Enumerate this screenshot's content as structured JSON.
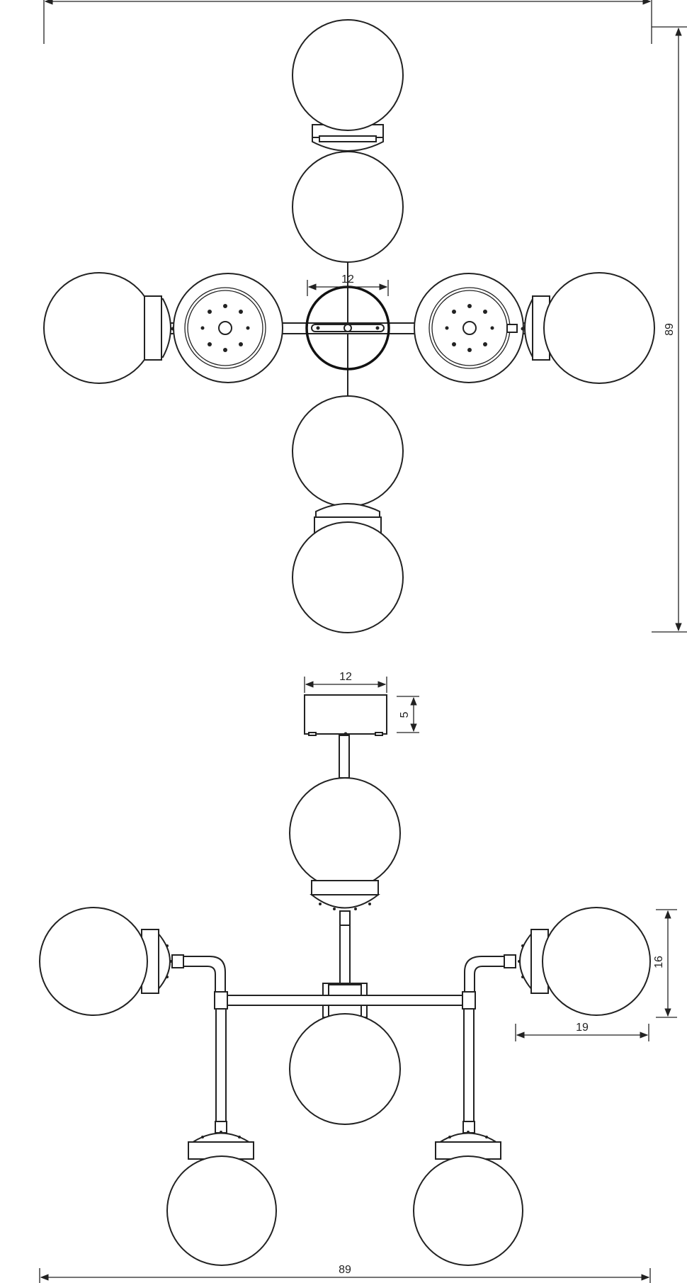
{
  "dimensions": {
    "top_view_center_width": "12",
    "top_view_height": "89",
    "side_canopy_width": "12",
    "side_canopy_height": "5",
    "shade_height": "16",
    "shade_width": "19",
    "overall_width": "89"
  }
}
